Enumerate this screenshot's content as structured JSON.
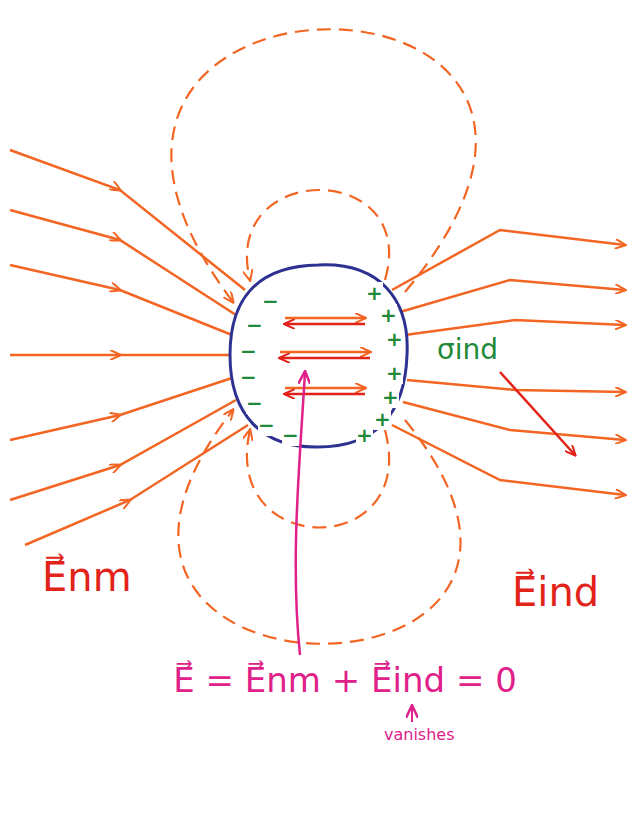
{
  "diagram": {
    "labels": [
      "E⃗nm",
      "E⃗ind",
      "σind",
      "E⃗ = E⃗nm + E⃗ind = 0",
      "vanishes",
      "−",
      "−",
      "−",
      "−",
      "−",
      "−",
      "−",
      "+",
      "+",
      "+",
      "+",
      "+",
      "+",
      "+"
    ]
  }
}
